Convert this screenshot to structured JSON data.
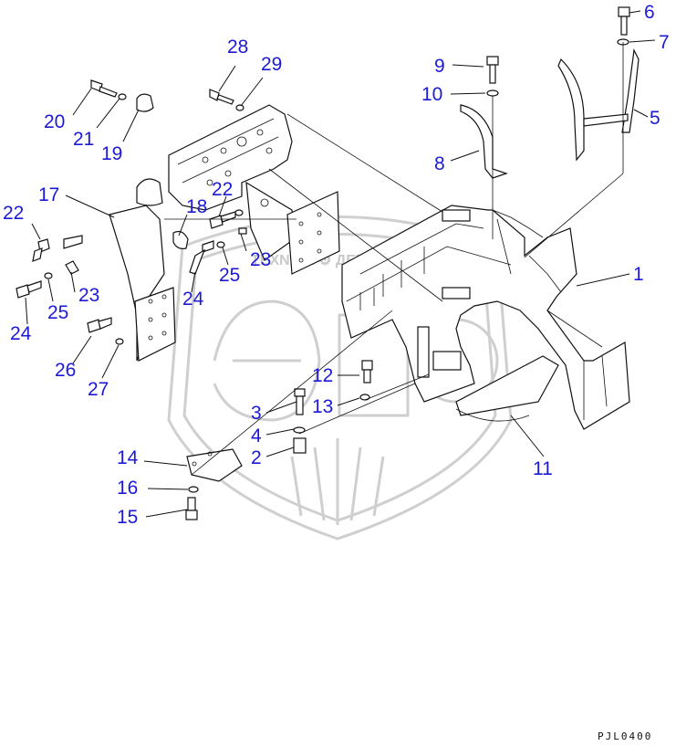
{
  "diagram": {
    "callouts": [
      {
        "id": "c1",
        "text": "1"
      },
      {
        "id": "c2",
        "text": "2"
      },
      {
        "id": "c3",
        "text": "3"
      },
      {
        "id": "c4",
        "text": "4"
      },
      {
        "id": "c5",
        "text": "5"
      },
      {
        "id": "c6",
        "text": "6"
      },
      {
        "id": "c7",
        "text": "7"
      },
      {
        "id": "c8",
        "text": "8"
      },
      {
        "id": "c9",
        "text": "9"
      },
      {
        "id": "c10",
        "text": "10"
      },
      {
        "id": "c11",
        "text": "11"
      },
      {
        "id": "c12",
        "text": "12"
      },
      {
        "id": "c13",
        "text": "13"
      },
      {
        "id": "c14",
        "text": "14"
      },
      {
        "id": "c15",
        "text": "15"
      },
      {
        "id": "c16",
        "text": "16"
      },
      {
        "id": "c17",
        "text": "17"
      },
      {
        "id": "c18",
        "text": "18"
      },
      {
        "id": "c19",
        "text": "19"
      },
      {
        "id": "c20",
        "text": "20"
      },
      {
        "id": "c21",
        "text": "21"
      },
      {
        "id": "c22a",
        "text": "22"
      },
      {
        "id": "c22b",
        "text": "22"
      },
      {
        "id": "c23a",
        "text": "23"
      },
      {
        "id": "c23b",
        "text": "23"
      },
      {
        "id": "c24a",
        "text": "24"
      },
      {
        "id": "c24b",
        "text": "24"
      },
      {
        "id": "c25a",
        "text": "25"
      },
      {
        "id": "c25b",
        "text": "25"
      },
      {
        "id": "c26",
        "text": "26"
      },
      {
        "id": "c27",
        "text": "27"
      },
      {
        "id": "c28",
        "text": "28"
      },
      {
        "id": "c29",
        "text": "29"
      }
    ],
    "reference_code": "PJL0400",
    "watermark_text": "TEXNIKA ⚙ ДЕТАЛИ"
  }
}
